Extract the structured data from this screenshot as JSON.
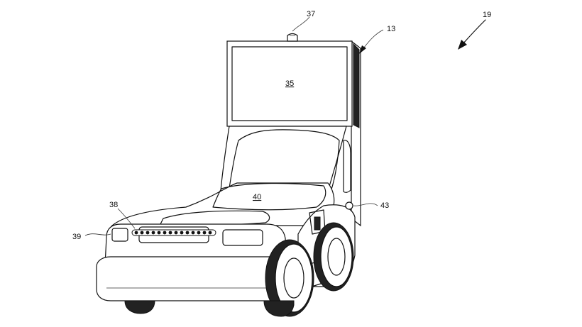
{
  "labels": {
    "l19": "19",
    "l13": "13",
    "l37": "37",
    "l35": "35",
    "l40": "40",
    "l38": "38",
    "l39": "39",
    "l43": "43"
  }
}
